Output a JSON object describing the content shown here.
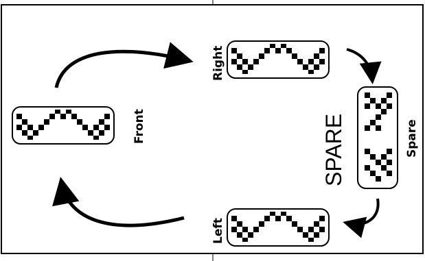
{
  "labels": {
    "front": "Front",
    "right": "Right",
    "spare_side": "Spare",
    "spare_big": "SPARE",
    "left": "Left"
  },
  "colors": {
    "ink": "#000000",
    "paper": "#ffffff"
  },
  "icons": {
    "arrow": "arc-arrow-icon",
    "tire": "tire-tread-icon"
  }
}
